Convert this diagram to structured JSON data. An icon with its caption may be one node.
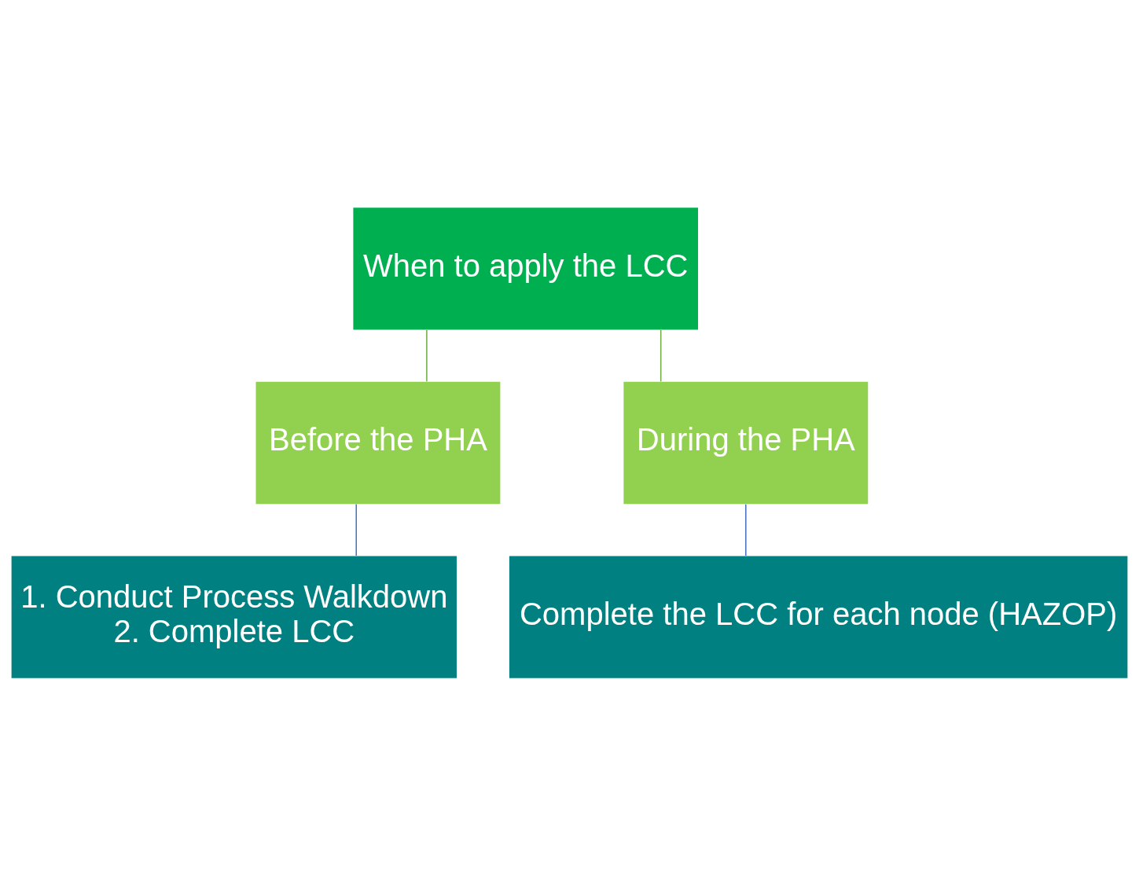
{
  "diagram": {
    "nodes": [
      {
        "text": [
          "When to apply the LCC"
        ]
      },
      {
        "text": [
          "Before the PHA"
        ]
      },
      {
        "text": [
          "During the PHA"
        ]
      },
      {
        "text": [
          "1. Conduct Process Walkdown",
          "2. Complete LCC"
        ]
      },
      {
        "text": [
          "Complete the LCC for each node (HAZOP)"
        ]
      }
    ],
    "edges": [
      {
        "from": 0,
        "to": 1,
        "arrow": "none",
        "color": "#70ad47"
      },
      {
        "from": 0,
        "to": 2,
        "arrow": "none",
        "color": "#70ad47"
      },
      {
        "from": 1,
        "to": 3,
        "arrow": "none",
        "color": "#4472c4"
      },
      {
        "from": 2,
        "to": 4,
        "arrow": "none",
        "color": "#4472c4"
      }
    ]
  }
}
